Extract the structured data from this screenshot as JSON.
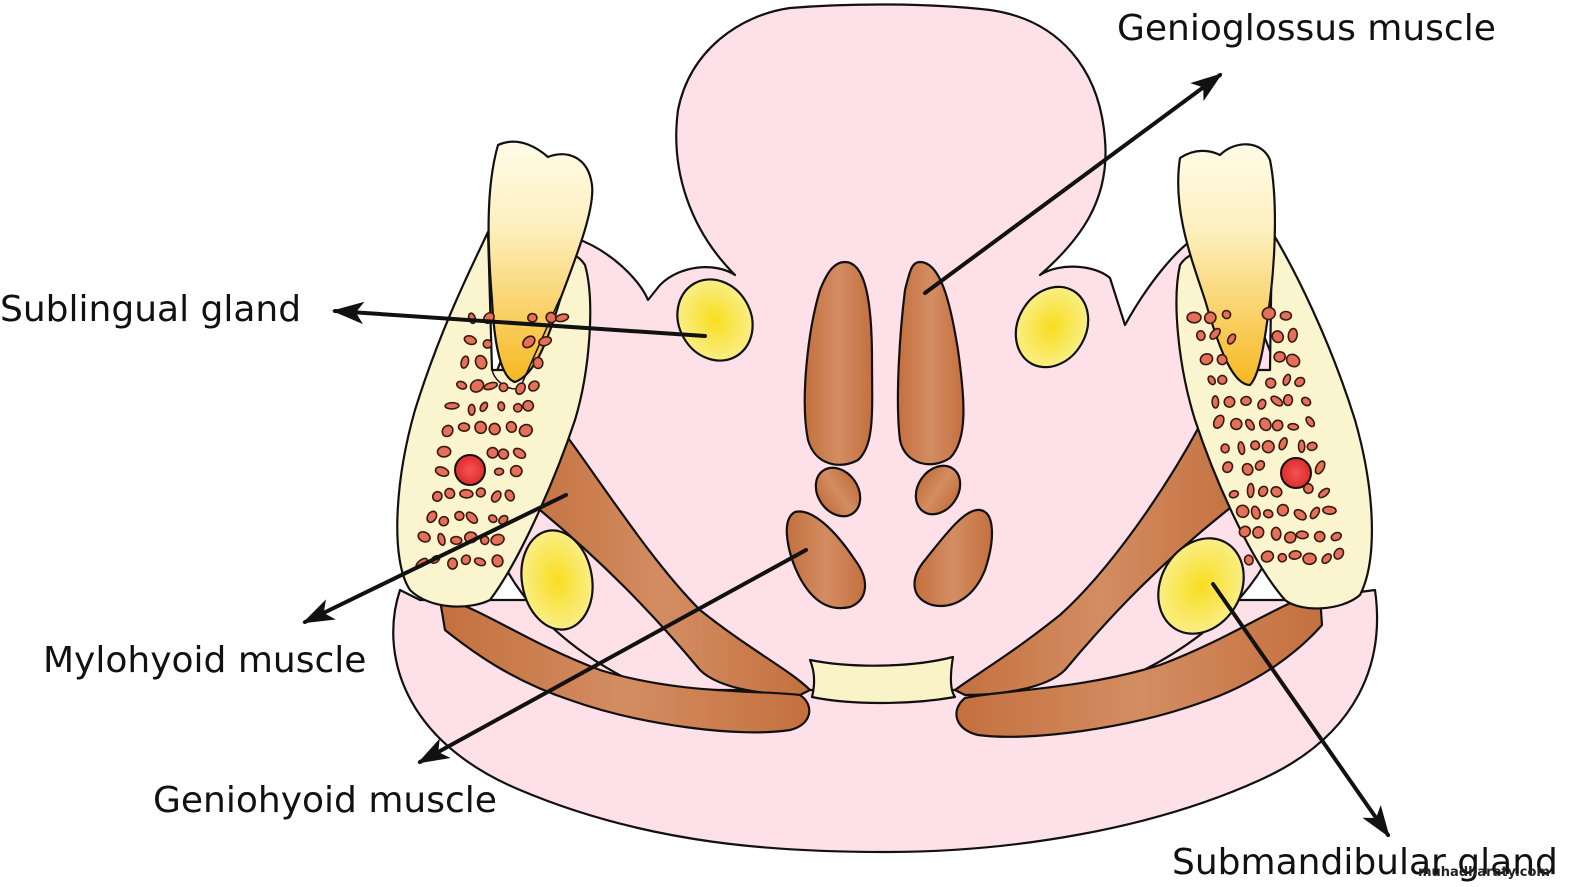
{
  "diagram": {
    "subject": "Coronal section of the floor of the mouth",
    "labels": {
      "genioglossus": "Genioglossus muscle",
      "sublingual": "Sublingual gland",
      "mylohyoid": "Mylohyoid muscle",
      "geniohyoid": "Geniohyoid muscle",
      "submandibular": "Submandibular gland"
    },
    "watermark": "muhadharaty.com",
    "colors": {
      "soft_tissue": "#fde0e8",
      "muscle": "#c8784a",
      "gland": "#f6e24a",
      "bone": "#fbf5cf",
      "tooth": "#f8c53a",
      "marrow": "#e5705a",
      "vessel": "#e53a3a",
      "hyoid": "#fbf3c8",
      "outline": "#111111"
    }
  }
}
